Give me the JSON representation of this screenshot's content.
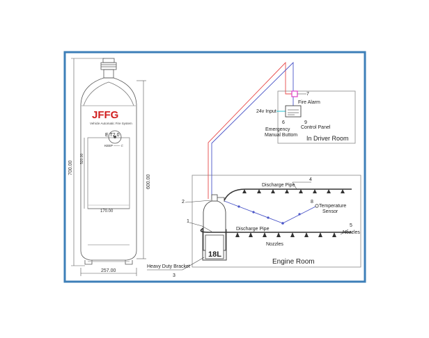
{
  "brand": {
    "logo_text": "JFFG",
    "tagline": "Vehicle Automatic Fire System",
    "gauge_text": "E T2.0",
    "gauge_sub": "KEEP —— ⊂"
  },
  "dimensions": {
    "total_height": "700.00",
    "body_height": "600.00",
    "inner_height": "520.00",
    "inner_width": "170.00",
    "base_width": "257.00"
  },
  "labels": {
    "fire_alarm": "Fire Alarm",
    "input_24v": "24v Input",
    "emergency_1": "Emergency",
    "emergency_2": "Manual Buttom",
    "control_panel": "Control Panel",
    "driver_room": "In Driver Room",
    "discharge_pipe_top": "Discharge Pipe",
    "discharge_pipe_bottom": "Discharge Pipe",
    "temp_1": "Temperature",
    "temp_2": "Sensor",
    "nozzles_right": "Nozzles",
    "nozzles_bottom": "Nozzles",
    "cylinder_size": "18L",
    "engine_room": "Engine Room",
    "bracket": "Heavy Duty Bracket"
  },
  "callouts": {
    "n1": "1",
    "n2": "2",
    "n3": "3",
    "n4": "4",
    "n5": "5",
    "n6": "6",
    "n7": "7",
    "n8": "8",
    "n9": "9"
  },
  "colors": {
    "frame": "#3d7fb8",
    "red_wire": "#e84a4a",
    "blue_wire": "#4a55c8",
    "logo_red": "#d01f1f",
    "alarm_pink": "#e040c8",
    "input_cyan": "#20c0d0"
  }
}
